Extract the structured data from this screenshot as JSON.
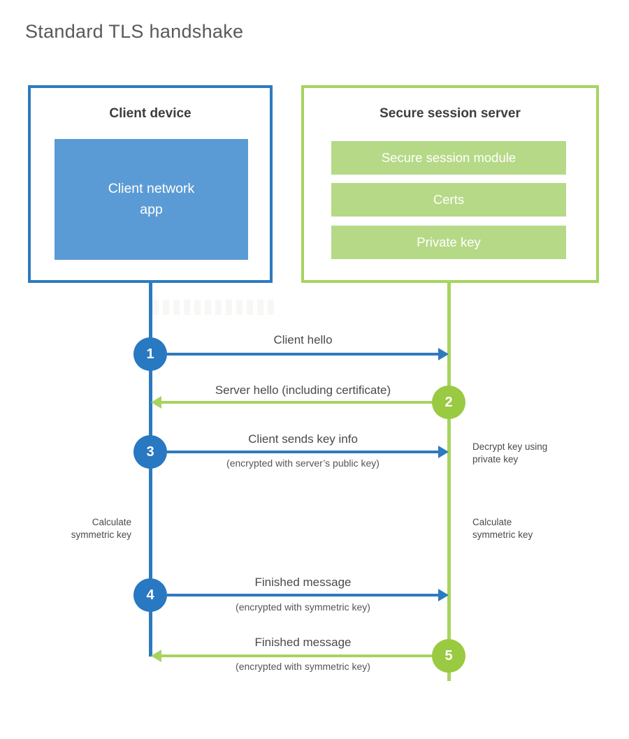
{
  "title": "Standard TLS handshake",
  "client": {
    "title": "Client device",
    "app": "Client network\napp"
  },
  "server": {
    "title": "Secure session server",
    "modules": [
      "Secure session module",
      "Certs",
      "Private key"
    ]
  },
  "steps": [
    {
      "num": "1",
      "label": "Client hello",
      "sub": "",
      "direction": "client-to-server"
    },
    {
      "num": "2",
      "label": "Server hello (including certificate)",
      "sub": "",
      "direction": "server-to-client"
    },
    {
      "num": "3",
      "label": "Client sends key info",
      "sub": "(encrypted with server’s public key)",
      "direction": "client-to-server"
    },
    {
      "num": "4",
      "label": "Finished message",
      "sub": "(encrypted with symmetric key)",
      "direction": "client-to-server"
    },
    {
      "num": "5",
      "label": "Finished message",
      "sub": "(encrypted with symmetric key)",
      "direction": "server-to-client"
    }
  ],
  "annotations": {
    "decrypt_note": "Decrypt key using\nprivate key",
    "client_calc_note": "Calculate\nsymmetric key",
    "server_calc_note": "Calculate\nsymmetric key"
  },
  "colors": {
    "blue_line": "#2e7abf",
    "blue_circle": "#2878c2",
    "blue_fill": "#5b9bd5",
    "green_line": "#a6d45f",
    "green_circle": "#99ca41",
    "green_bar": "#b6d987"
  }
}
